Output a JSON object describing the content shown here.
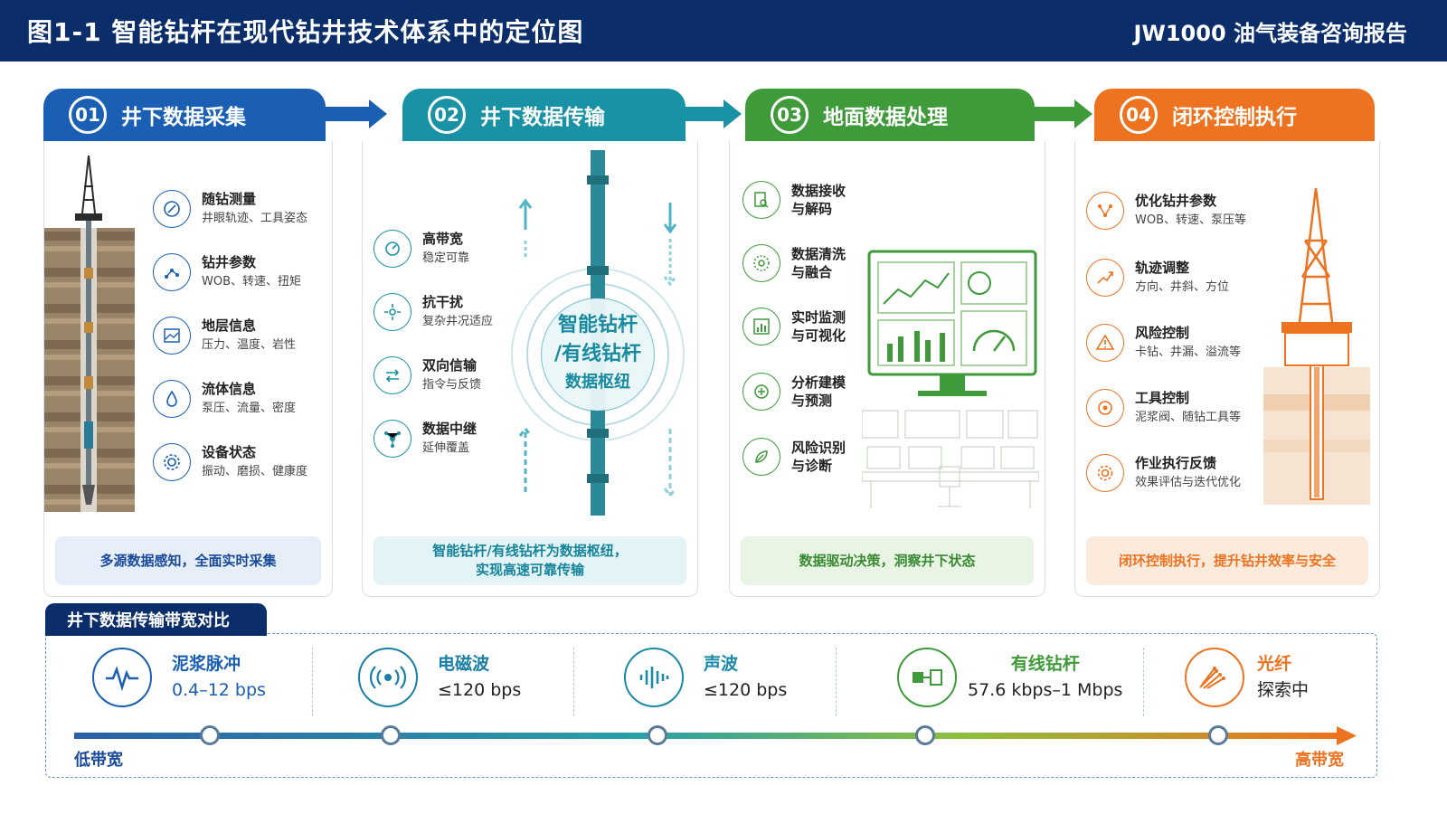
{
  "header": {
    "title": "图1-1   智能钻杆在现代钻井技术体系中的定位图",
    "report": "JW1000 油气装备咨询报告"
  },
  "colors": {
    "blue": "#1a5fb4",
    "teal": "#1a92a6",
    "green": "#3f9a3a",
    "orange": "#ee7320",
    "navy": "#0b2e6b"
  },
  "stages": [
    {
      "num": "01",
      "title": "井下数据采集",
      "footer": "多源数据感知，全面实时采集",
      "items": [
        {
          "title": "随钻测量",
          "sub": "井眼轨迹、工具姿态"
        },
        {
          "title": "钻井参数",
          "sub": "WOB、转速、扭矩"
        },
        {
          "title": "地层信息",
          "sub": "压力、温度、岩性"
        },
        {
          "title": "流体信息",
          "sub": "泵压、流量、密度"
        },
        {
          "title": "设备状态",
          "sub": "振动、磨损、健康度"
        }
      ]
    },
    {
      "num": "02",
      "title": "井下数据传输",
      "footer1": "智能钻杆/有线钻杆为数据枢纽，",
      "footer2": "实现高速可靠传输",
      "hub1": "智能钻杆",
      "hub2": "/有线钻杆",
      "hub3": "数据枢纽",
      "items": [
        {
          "title": "高带宽",
          "sub": "稳定可靠"
        },
        {
          "title": "抗干扰",
          "sub": "复杂井况适应"
        },
        {
          "title": "双向信输",
          "sub": "指令与反馈"
        },
        {
          "title": "数据中继",
          "sub": "延伸覆盖"
        }
      ]
    },
    {
      "num": "03",
      "title": "地面数据处理",
      "footer": "数据驱动决策，洞察井下状态",
      "items": [
        {
          "title": "数据接收",
          "sub": "与解码"
        },
        {
          "title": "数据清洗",
          "sub": "与融合"
        },
        {
          "title": "实时监测",
          "sub": "与可视化"
        },
        {
          "title": "分析建模",
          "sub": "与预测"
        },
        {
          "title": "风险识别",
          "sub": "与诊断"
        }
      ]
    },
    {
      "num": "04",
      "title": "闭环控制执行",
      "footer": "闭环控制执行，提升钻井效率与安全",
      "items": [
        {
          "title": "优化钻井参数",
          "sub": "WOB、转速、泵压等"
        },
        {
          "title": "轨迹调整",
          "sub": "方向、井斜、方位"
        },
        {
          "title": "风险控制",
          "sub": "卡钻、井漏、溢流等"
        },
        {
          "title": "工具控制",
          "sub": "泥浆阀、随钻工具等"
        },
        {
          "title": "作业执行反馈",
          "sub": "效果评估与迭代优化"
        }
      ]
    }
  ],
  "bandwidth": {
    "title": "井下数据传输带宽对比",
    "low": "低带宽",
    "high": "高带宽",
    "methods": [
      {
        "name": "泥浆脉冲",
        "value": "0.4–12 bps",
        "icon": "pulse-wave-icon"
      },
      {
        "name": "电磁波",
        "value": "≤120 bps",
        "icon": "radio-signal-icon"
      },
      {
        "name": "声波",
        "value": "≤120 bps",
        "icon": "sound-wave-icon"
      },
      {
        "name": "有线钻杆",
        "value": "57.6 kbps–1 Mbps",
        "icon": "wired-pipe-icon"
      },
      {
        "name": "光纤",
        "value": "探索中",
        "icon": "fiber-optic-icon"
      }
    ]
  }
}
